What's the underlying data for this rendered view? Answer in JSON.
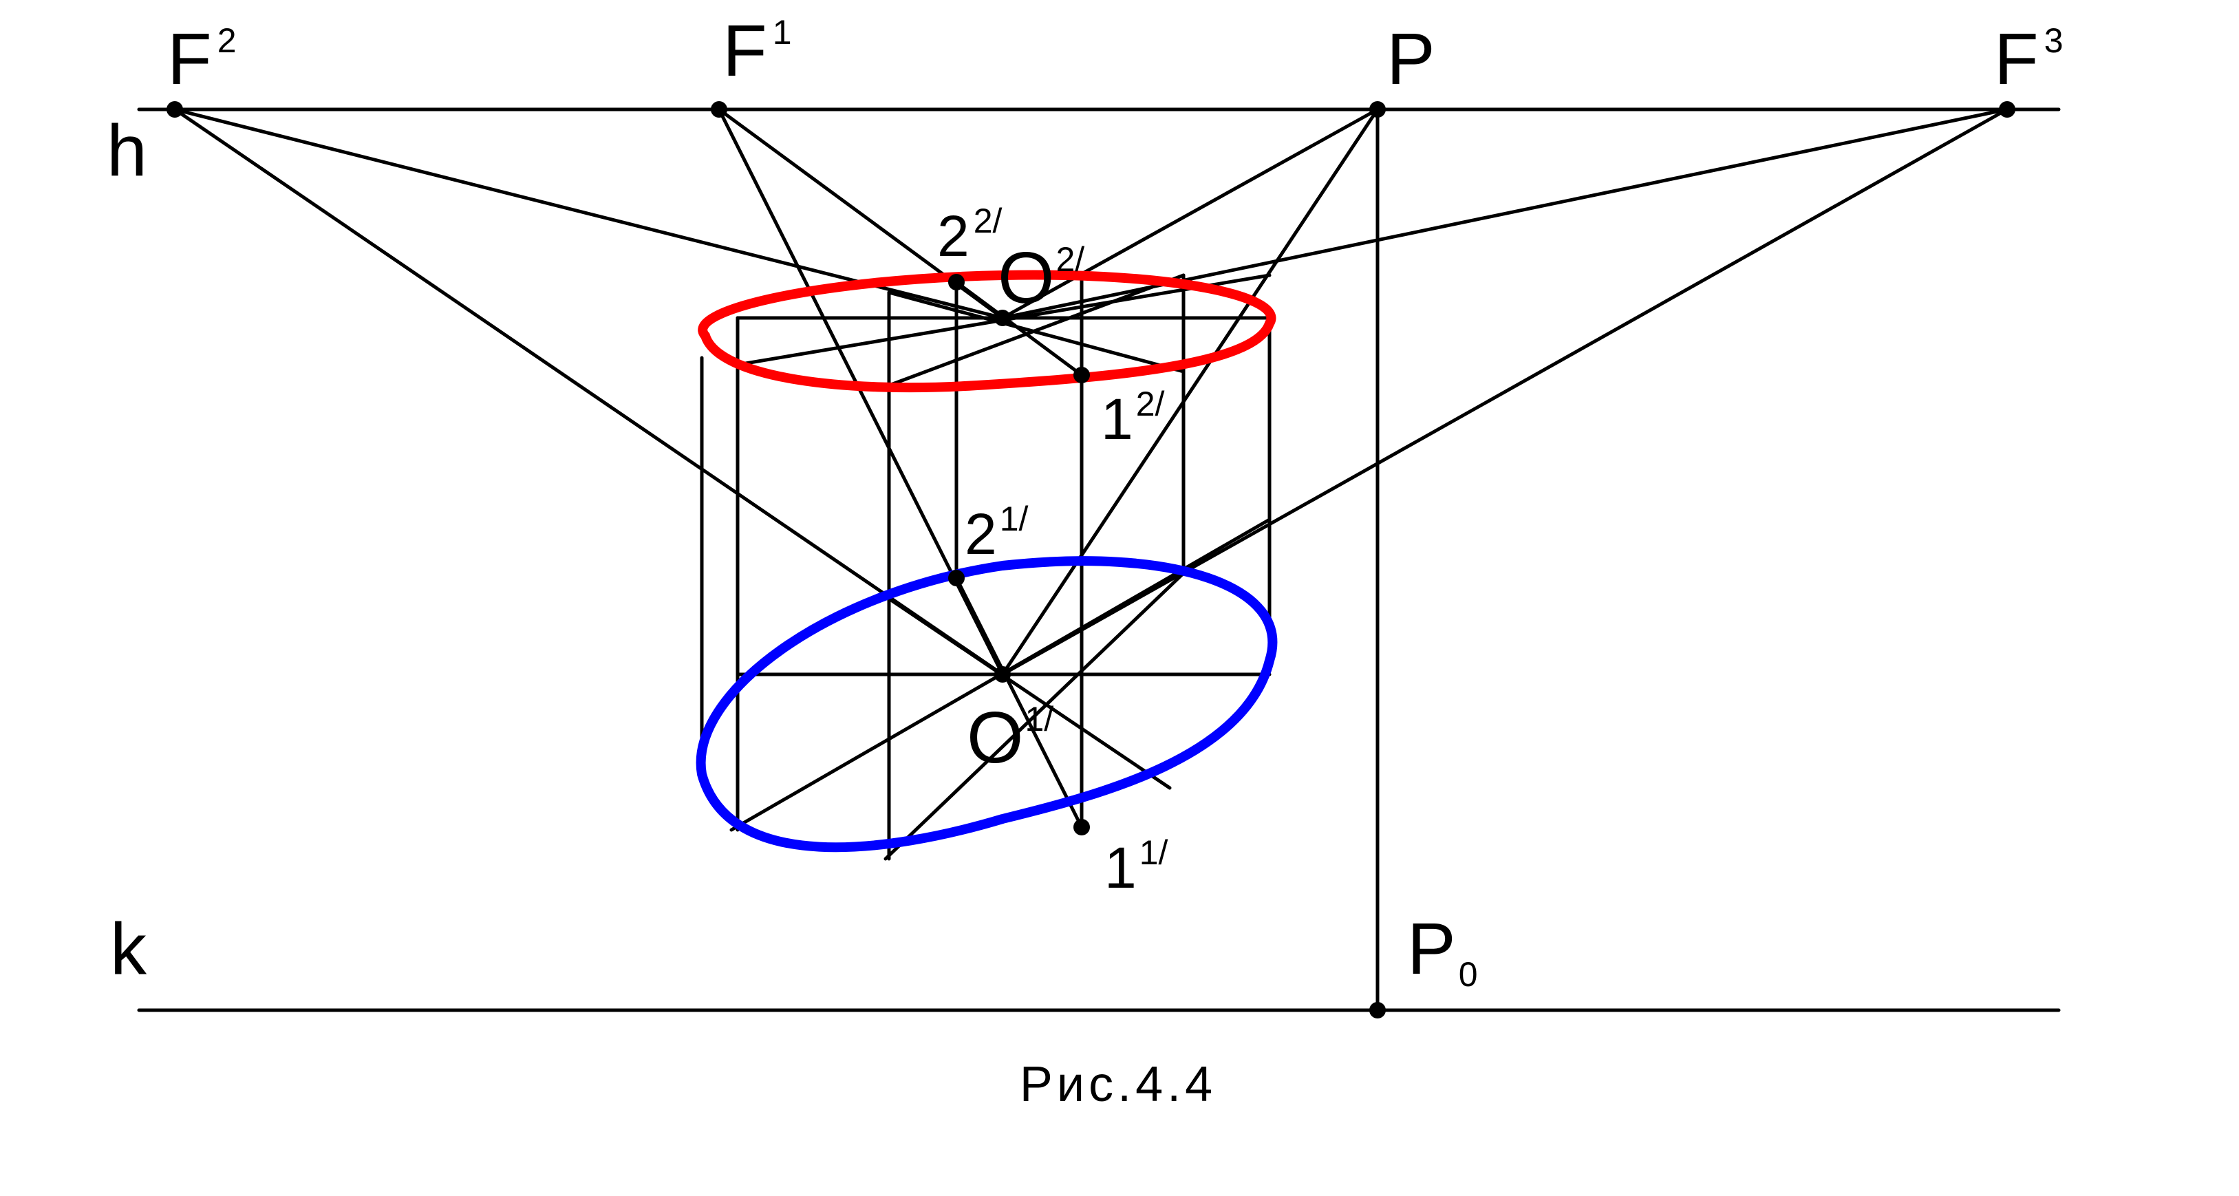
{
  "labels": {
    "F2": {
      "main": "F",
      "sup": "2"
    },
    "F1": {
      "main": "F",
      "sup": "1"
    },
    "P": {
      "main": "P"
    },
    "F3": {
      "main": "F",
      "sup": "3"
    },
    "h": {
      "main": "h"
    },
    "k": {
      "main": "k"
    },
    "P0": {
      "main": "P",
      "sub": "0"
    },
    "O2": {
      "main": "O",
      "sup": "2/"
    },
    "O1": {
      "main": "O",
      "sup": "1/"
    },
    "pt22": {
      "main": "2",
      "sup": "2/"
    },
    "pt12": {
      "main": "1",
      "sup": "2/"
    },
    "pt21": {
      "main": "2",
      "sup": "1/"
    },
    "pt11": {
      "main": "1",
      "sup": "1/"
    }
  },
  "caption": "Рис.4.4",
  "colors": {
    "lines": "#000000",
    "upper_ellipse": "#ff0000",
    "lower_ellipse": "#0000ff"
  }
}
